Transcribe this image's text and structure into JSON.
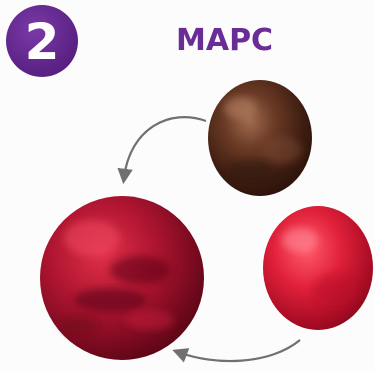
{
  "badge": {
    "number": "2",
    "color": "#5e2488"
  },
  "title": "МАРС",
  "title_color": "#6a2c95",
  "illustration": {
    "objects": [
      {
        "name": "brown-sphere",
        "color": "#5a2f1e"
      },
      {
        "name": "red-sphere-large",
        "color": "#b01530"
      },
      {
        "name": "red-sphere-small",
        "color": "#e0203a"
      }
    ],
    "arrows": [
      {
        "from": "brown-sphere",
        "to": "red-sphere-large"
      },
      {
        "from": "red-sphere-small",
        "to": "red-sphere-large"
      }
    ],
    "arrow_color": "#707070"
  }
}
